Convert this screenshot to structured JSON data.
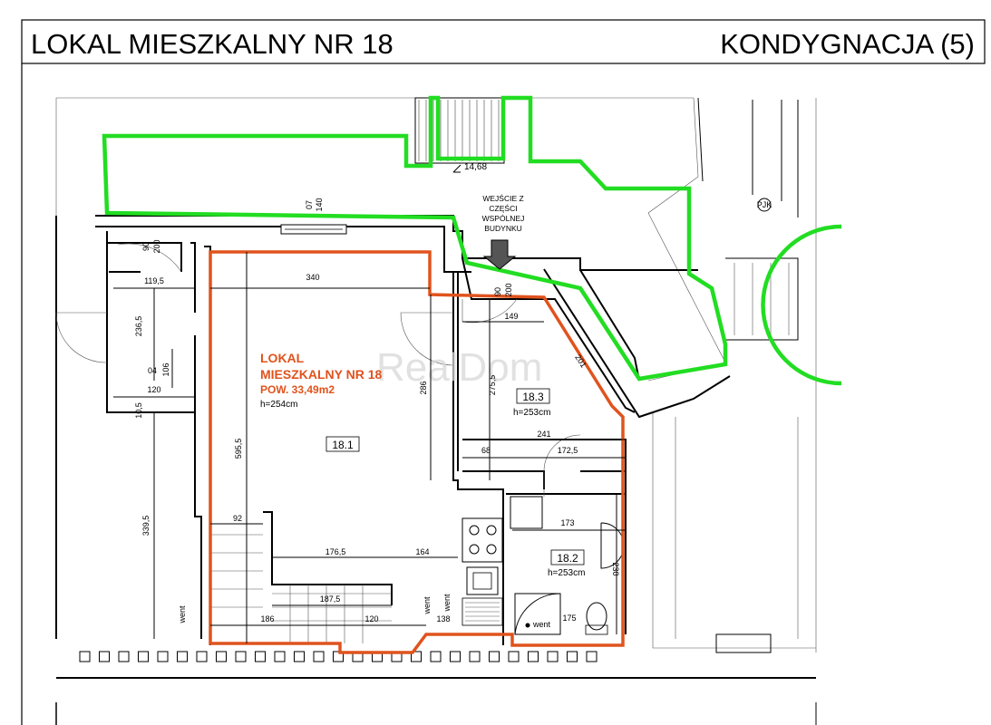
{
  "header": {
    "unit_title": "LOKAL MIESZKALNY NR 18",
    "floor_title": "KONDYGNACJA (5)"
  },
  "unit": {
    "line1": "LOKAL",
    "line2": "MIESZKALNY NR 18",
    "area": "POW. 33,49m2",
    "height": "h=254cm",
    "outline_color": "#e0531d"
  },
  "common_area": {
    "outline_color": "#22dd22",
    "elevation": "14,68",
    "entry_line1": "WEJŚCIE Z",
    "entry_line2": "CZĘŚCI",
    "entry_line3": "WSPÓLNEJ",
    "entry_line4": "BUDYNKU"
  },
  "rooms": [
    {
      "number": "18.1",
      "height": ""
    },
    {
      "number": "18.2",
      "height": "h=253cm"
    },
    {
      "number": "18.3",
      "height": "h=253cm"
    }
  ],
  "dimensions": {
    "d340": "340",
    "d149": "149",
    "d241": "241",
    "d68": "68",
    "d172_5": "172,5",
    "d173": "173",
    "d176_5": "176,5",
    "d164": "164",
    "d187_5": "187,5",
    "d186": "186",
    "d120a": "120",
    "d138": "138",
    "d175": "175",
    "d92": "92",
    "d119_5": "119,5",
    "d120b": "120",
    "d04": "04",
    "d595_5": "595,5",
    "d339_5": "339,5",
    "d236_5": "236,5",
    "d106": "106",
    "d10_5": "10,5",
    "d90a": "90",
    "d200a": "200",
    "d90b": "90",
    "d200b": "200",
    "d286": "286",
    "d275_5": "275,5",
    "d230": "230",
    "d201": "201",
    "d07": "07",
    "d140": "140"
  },
  "labels": {
    "went1": "went",
    "went2": "went",
    "went3": "went",
    "went4": "went",
    "pk": "PJK"
  },
  "watermark": "RealDom"
}
